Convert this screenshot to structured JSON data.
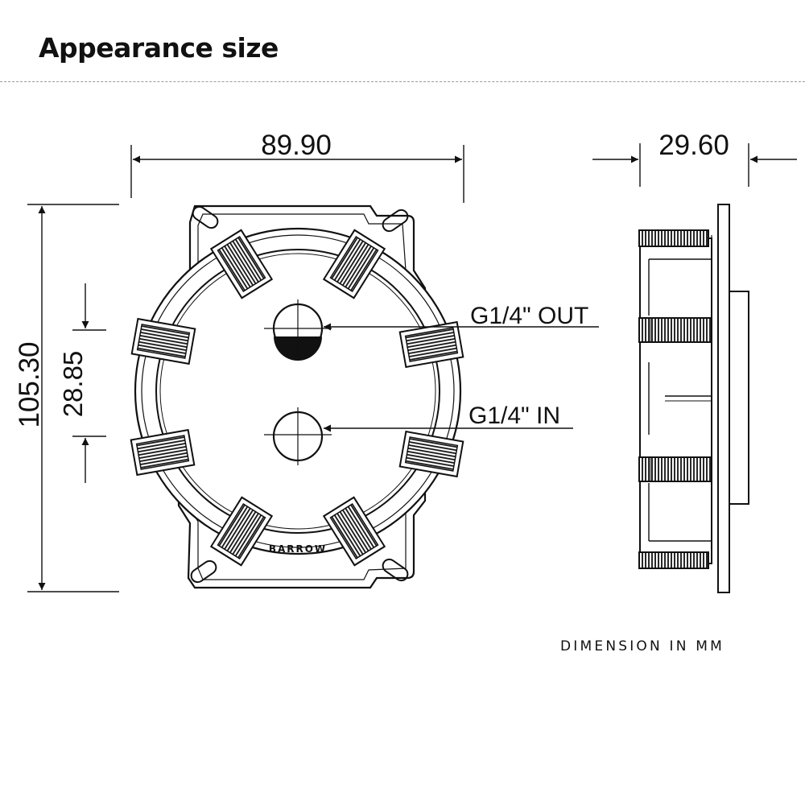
{
  "heading": "Appearance size",
  "dimensions": {
    "width": "89.90",
    "height": "105.30",
    "port_spacing": "28.85",
    "depth": "29.60"
  },
  "ports": {
    "out_label": "G1/4\" OUT",
    "in_label": "G1/4\" IN"
  },
  "brand": "BARROW",
  "note": "DIMENSION IN MM",
  "colors": {
    "line": "#111111",
    "divider": "#9a9a9a"
  }
}
